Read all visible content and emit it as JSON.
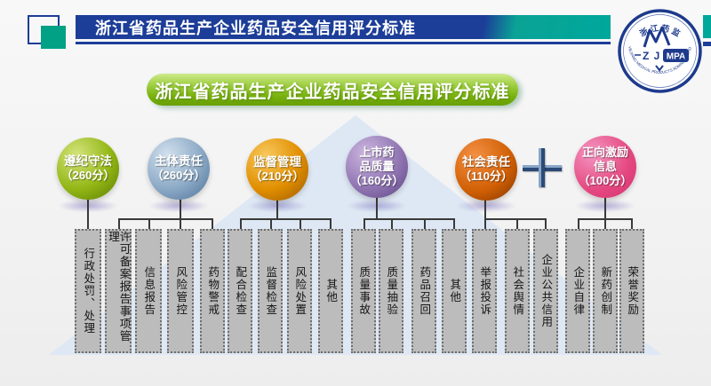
{
  "header": {
    "title": "浙江省药品生产企业药品安全信用评分标准"
  },
  "logo": {
    "top_text": "浙 江 药 监",
    "zj": "Z J",
    "mpa": "MPA",
    "bottom_text": "ZHEJIANG MEDICAL PRODUCTS ADMINISTRATION"
  },
  "banner": {
    "title": "浙江省药品生产企业药品安全信用评分标准"
  },
  "icons": {
    "plus": "plus-icon"
  },
  "groups": [
    {
      "name": "遵纪守法",
      "score": "（260分）",
      "color": "#93b715",
      "items": [
        "行政处罚、处理"
      ]
    },
    {
      "name": "主体责任",
      "score": "（260分）",
      "color": "#8caac6",
      "items": [
        "许可备案报告事项管理",
        "信息报告",
        "风险管控",
        "药物警戒"
      ]
    },
    {
      "name": "监督管理",
      "score": "（210分）",
      "color": "#e18f00",
      "items": [
        "配合检查",
        "监督检查",
        "风险处置",
        "其他"
      ]
    },
    {
      "name": "上市药品质量",
      "score": "（160分）",
      "color": "#9277b4",
      "items": [
        "质量事故",
        "质量抽验",
        "药品召回",
        "其他"
      ]
    },
    {
      "name": "社会责任",
      "score": "（110分）",
      "color": "#d05f04",
      "items": [
        "举报投诉",
        "社会舆情",
        "企业公共信用"
      ]
    },
    {
      "name": "正向激励信息",
      "score": "（100分）",
      "color": "#e4487f",
      "items": [
        "企业自律",
        "新药创制",
        "荣誉奖励"
      ]
    }
  ],
  "colors": {
    "header_blue": "#1c3d98",
    "header_teal": "#00a79b",
    "banner_green": "#77b10d",
    "column_gray": "#bcbcbc",
    "plus_navy": "#2b4a77",
    "background_arrow": "#dce7f3"
  }
}
